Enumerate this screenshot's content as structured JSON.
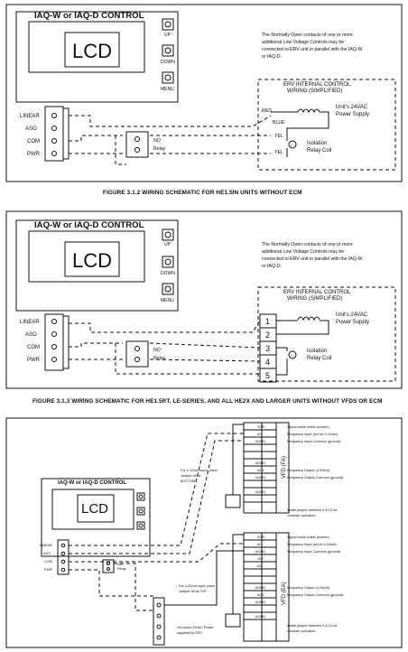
{
  "control_title": "IAQ-W or IAQ-D CONTROL",
  "lcd_label": "LCD",
  "buttons": [
    "UP",
    "DOWN",
    "MENU"
  ],
  "terminals": [
    "LINEAR",
    "ASO",
    "COM",
    "PWR"
  ],
  "relay_label": "NO\nRelay",
  "note_parallel": "The Normally Open contacts of one or more additional Low Voltage Controls may be connected to ERV unit in parallel with the IAQ-W or IAQ-D.",
  "erv_box_title": "ERV INTERNAL CONTROL\nWIRING (SIMPLIFIED)",
  "power_supply_label": "Unit's 24VAC\nPower Supply",
  "isolation_label": "Isolation\nRelay Coil",
  "coil_symbol": "C",
  "wire_colors": [
    "RED",
    "BLUE",
    "YEL",
    "YEL"
  ],
  "terminal_numbers": [
    "1",
    "2",
    "3",
    "4",
    "5"
  ],
  "figure_captions": [
    "FIGURE 3.1.2 WIRING SCHEMATIC FOR HE1.5IN UNITS WITHOUT ECM",
    "FIGURE 3.1.3 WIRING SCHEMATIC FOR HE1.5RT, LE-SERIES, AND ALL HE2X AND LARGER UNITS WITHOUT VFDS OR ECM"
  ],
  "vfd": {
    "top_label": "VFD (FA)",
    "bottom_label": "VFD (EA)",
    "terminals": [
      "SCR",
      "AI1",
      "AGND",
      "",
      "",
      "AGND",
      "AO1",
      "AGND",
      "",
      "",
      "",
      "",
      "AGND"
    ],
    "bottom_terminals": [
      "SCR",
      "AI1",
      "AGND",
      "10V",
      "AI2",
      "",
      "",
      "AGND",
      "AO1",
      "AGND",
      "",
      "",
      "AGND"
    ],
    "labels_top": [
      "Signal cable shield (screen)",
      "Frequency Input (set for 0-10vdc)",
      "Frequency Input Common (ground)",
      "Frequency Output (4-20mA)",
      "Frequency Output Common (ground)"
    ],
    "labels_bottom": [
      "Signal cable shield (screen)",
      "Frequency Input (set to 4-20mA)",
      "Frequency Input Common (ground)",
      "Frequency Output (4-20mA)",
      "Frequency Output Common (ground)"
    ],
    "jumper_note": "Install jumper between 9 & 12 for\nconstant operation.",
    "note_010v": "For 0-10vdc input, place\nJumper All at\nBOTTOM.",
    "note_420ma": "For 4-20mA input, place\nJumper All at TOP.",
    "onboard_supply": "On-board 24VAC Power\nsupplied by ERV"
  },
  "colors": {
    "line": "#111111",
    "background": "#ffffff"
  }
}
